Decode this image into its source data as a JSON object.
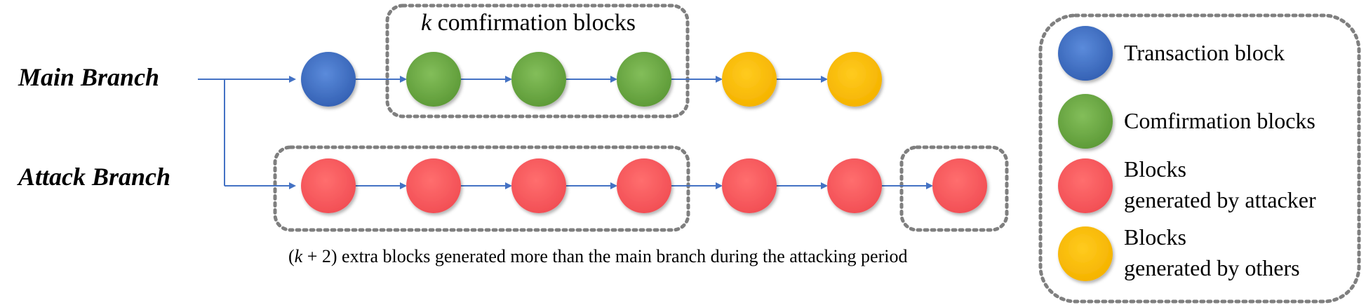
{
  "labels": {
    "main_branch": "Main Branch",
    "attack_branch": "Attack Branch"
  },
  "confirmation_box": {
    "k": "k",
    "title": "comfirmation blocks"
  },
  "caption": {
    "open": "(",
    "k": "k",
    "plus_two": " + 2)",
    "rest": " extra blocks generated more than the main branch during the attacking period"
  },
  "legend": {
    "items": [
      {
        "line1": "Transaction block",
        "line2": "",
        "color": "#4472C4",
        "icon": "blue-circle"
      },
      {
        "line1": "Comfirmation blocks",
        "line2": "",
        "color": "#70AD47",
        "icon": "green-circle"
      },
      {
        "line1": "Blocks",
        "line2": "generated by attacker",
        "color": "#FF5F5F",
        "icon": "red-circle"
      },
      {
        "line1": "Blocks",
        "line2": "generated by others",
        "color": "#FFC000",
        "icon": "yellow-circle"
      }
    ]
  },
  "colors": {
    "transaction": "#4472C4",
    "confirmation": "#70AD47",
    "attacker": "#FF5F5F",
    "others": "#FFC000",
    "arrow": "#4472C4",
    "dashed_border": "#7F7F7F"
  },
  "main_branch_blocks": [
    "transaction",
    "confirmation",
    "confirmation",
    "confirmation",
    "others",
    "others"
  ],
  "attack_branch_blocks": [
    "attacker",
    "attacker",
    "attacker",
    "attacker",
    "attacker",
    "attacker",
    "attacker"
  ]
}
